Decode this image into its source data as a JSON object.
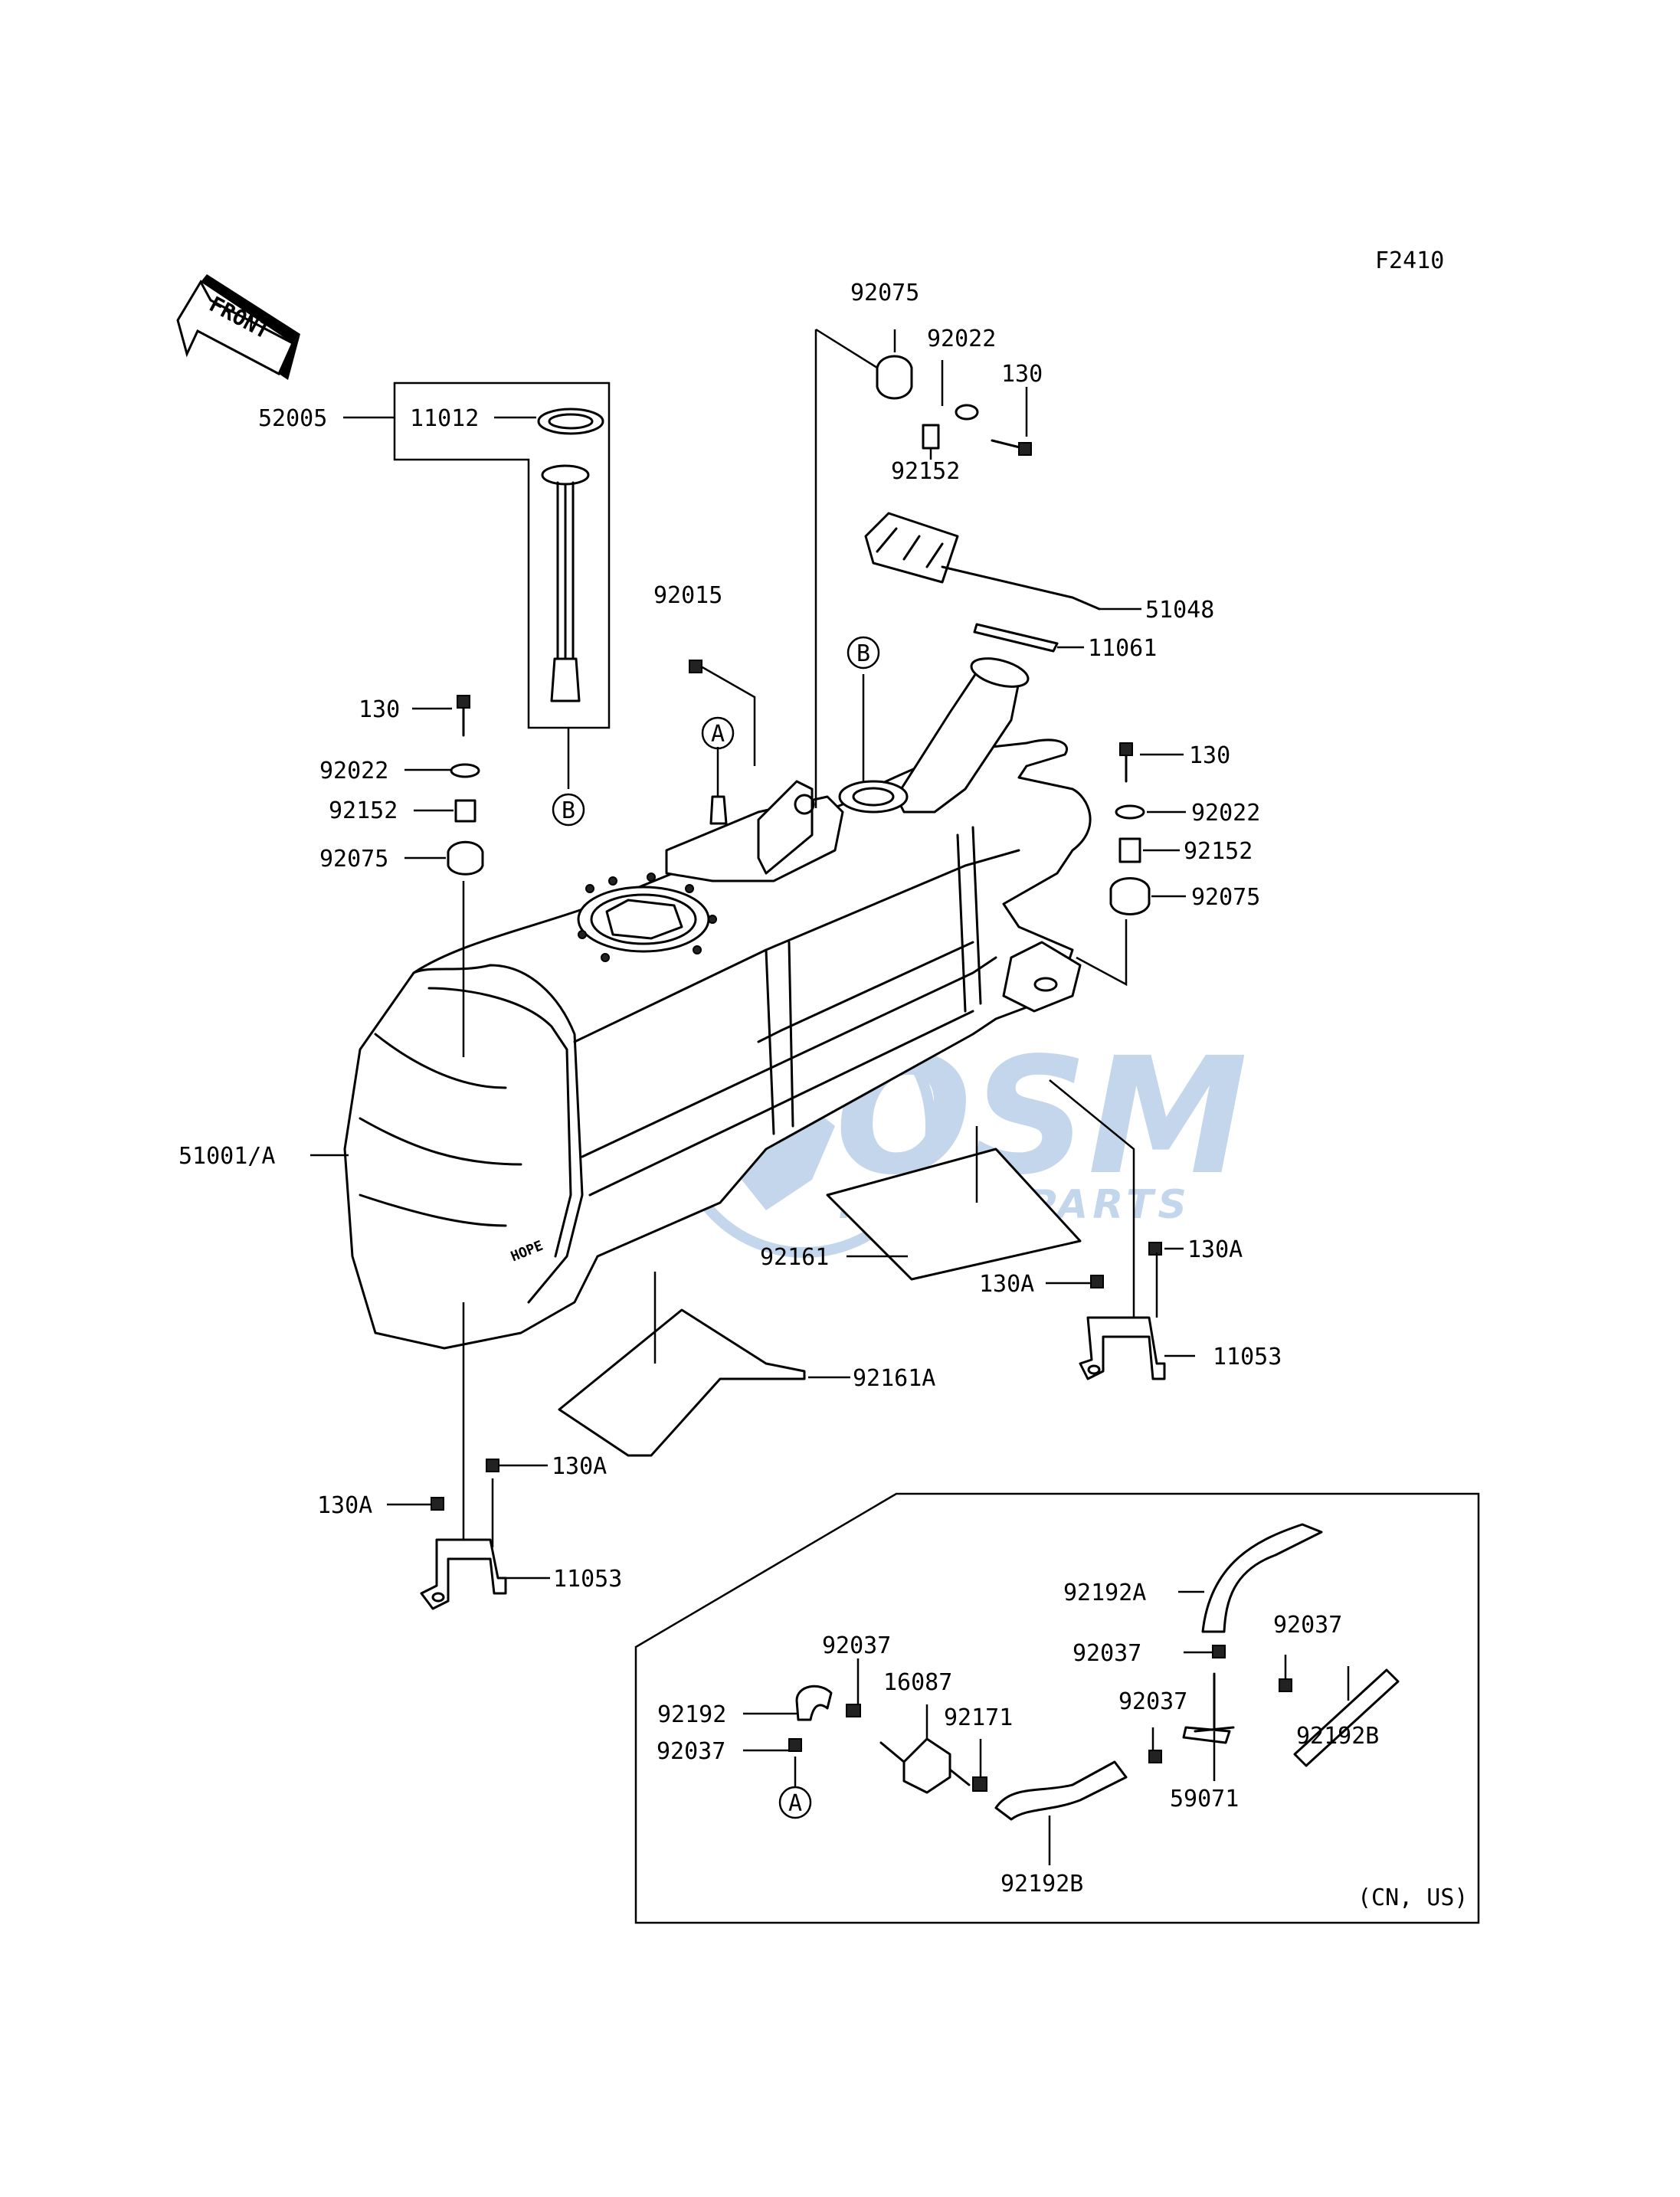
{
  "diagram_code": "F2410",
  "front_label": "FRONT",
  "watermark": {
    "brand": "OSM",
    "sub": "MOTORPARTS",
    "color": "#2f6fb8"
  },
  "region_note": "(CN, US)",
  "tank_marking": "HOPE",
  "callouts": {
    "a_letter": "A",
    "b_letter": "B"
  },
  "parts": {
    "p52005": "52005",
    "p11012": "11012",
    "p92075_top": "92075",
    "p92022_top": "92022",
    "p130_top": "130",
    "p92152_top": "92152",
    "p51048": "51048",
    "p11061": "11061",
    "p92015": "92015",
    "p130_left": "130",
    "p92022_left": "92022",
    "p92152_left": "92152",
    "p92075_left": "92075",
    "p130_right": "130",
    "p92022_right": "92022",
    "p92152_right": "92152",
    "p92075_right": "92075",
    "p51001": "51001/A",
    "p92161": "92161",
    "p92161A": "92161A",
    "p130A_r1": "130A",
    "p130A_r2": "130A",
    "p11053_r": "11053",
    "p130A_l1": "130A",
    "p130A_l2": "130A",
    "p11053_l": "11053",
    "p92192A": "92192A",
    "p92037_a": "92037",
    "p92037_b": "92037",
    "p92037_c": "92037",
    "p92037_d": "92037",
    "p92037_e": "92037",
    "p16087": "16087",
    "p92171": "92171",
    "p92192": "92192",
    "p92192B_r": "92192B",
    "p92192B_b": "92192B",
    "p59071": "59071"
  }
}
